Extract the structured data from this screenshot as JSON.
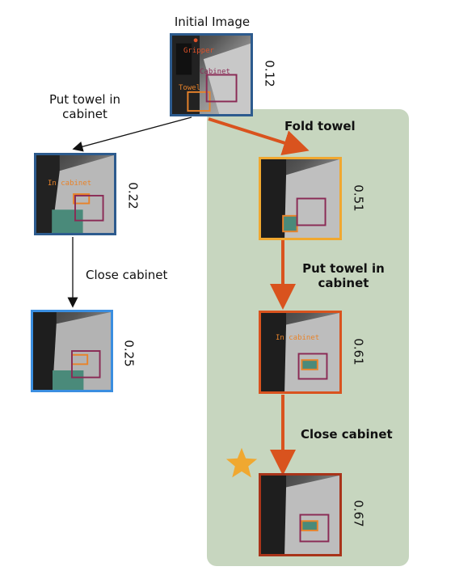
{
  "colors": {
    "panel": "#c7d6bf",
    "arrow_black": "#111111",
    "arrow_orange": "#d9531e",
    "border_root": "#2d5b8e",
    "border_left1": "#2d5b8e",
    "border_left2": "#3a8ee0",
    "border_right1": "#f0a830",
    "border_right2": "#d9531e",
    "border_right3": "#a9341a",
    "box_orange": "#e8832a",
    "box_cabinet": "#8a2a55",
    "star": "#f0a830"
  },
  "root": {
    "title": "Initial Image",
    "score": "0.12",
    "tags": {
      "gripper": "Gripper",
      "cabinet": "Cabinet",
      "towel": "Towel"
    }
  },
  "left_branch": {
    "edge1": "Put towel in cabinet",
    "node1": {
      "score": "0.22",
      "tag": "In cabinet"
    },
    "edge2": "Close cabinet",
    "node2": {
      "score": "0.25"
    }
  },
  "right_branch": {
    "edge1": "Fold towel",
    "node1": {
      "score": "0.51"
    },
    "edge2": "Put towel in cabinet",
    "node2": {
      "score": "0.61",
      "tag": "In cabinet"
    },
    "edge3": "Close cabinet",
    "node3": {
      "score": "0.67"
    }
  },
  "icons": {
    "best_marker": "star-icon"
  }
}
